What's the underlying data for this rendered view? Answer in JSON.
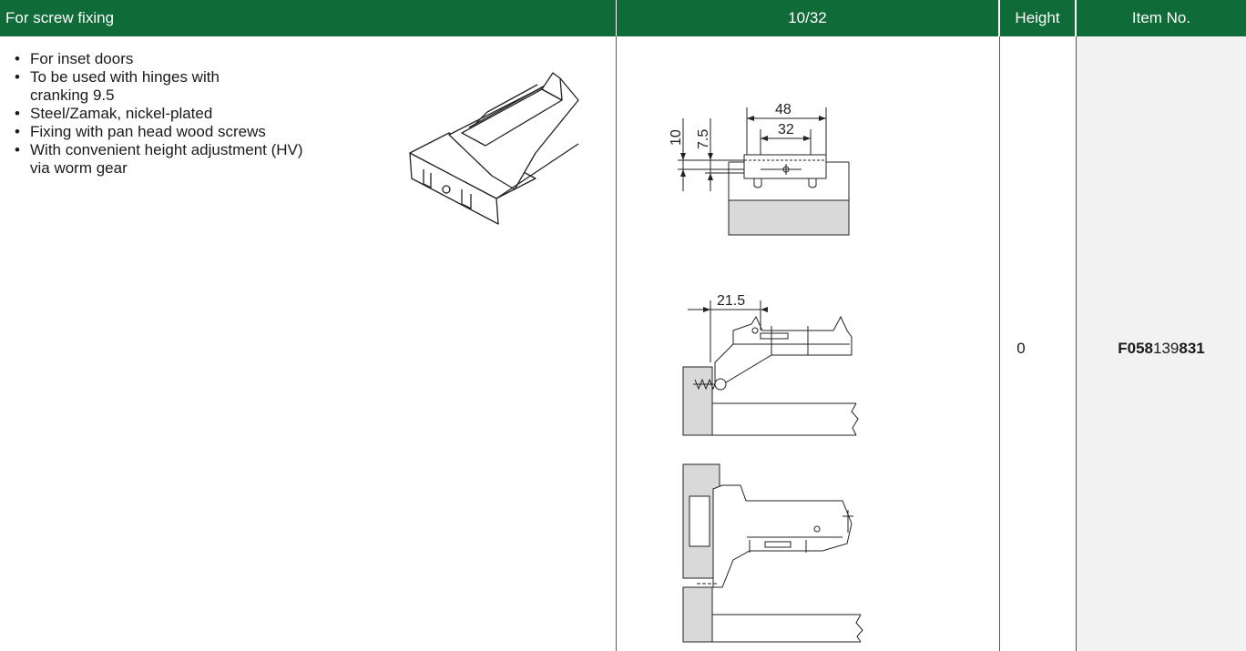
{
  "header": {
    "title": "For screw fixing",
    "spec": "10/32",
    "height_label": "Height",
    "item_label": "Item No."
  },
  "features": [
    "For inset doors",
    "To be used with hinges with\ncranking 9.5",
    "Steel/Zamak, nickel-plated",
    "Fixing with pan head wood screws",
    "With convenient height adjustment (HV)\nvia worm gear"
  ],
  "row": {
    "height": "0",
    "item_no_part1": "F058",
    "item_no_part2": "139",
    "item_no_part3": "831"
  },
  "drawing_labels": {
    "dim_48": "48",
    "dim_32": "32",
    "dim_10": "10",
    "dim_7_5": "7.5",
    "dim_21_5": "21.5"
  },
  "colors": {
    "header_bg": "#0f6b37",
    "header_text": "#ffffff",
    "item_column_bg": "#f1f2f1",
    "drawing_fill": "#d9d9d9"
  }
}
